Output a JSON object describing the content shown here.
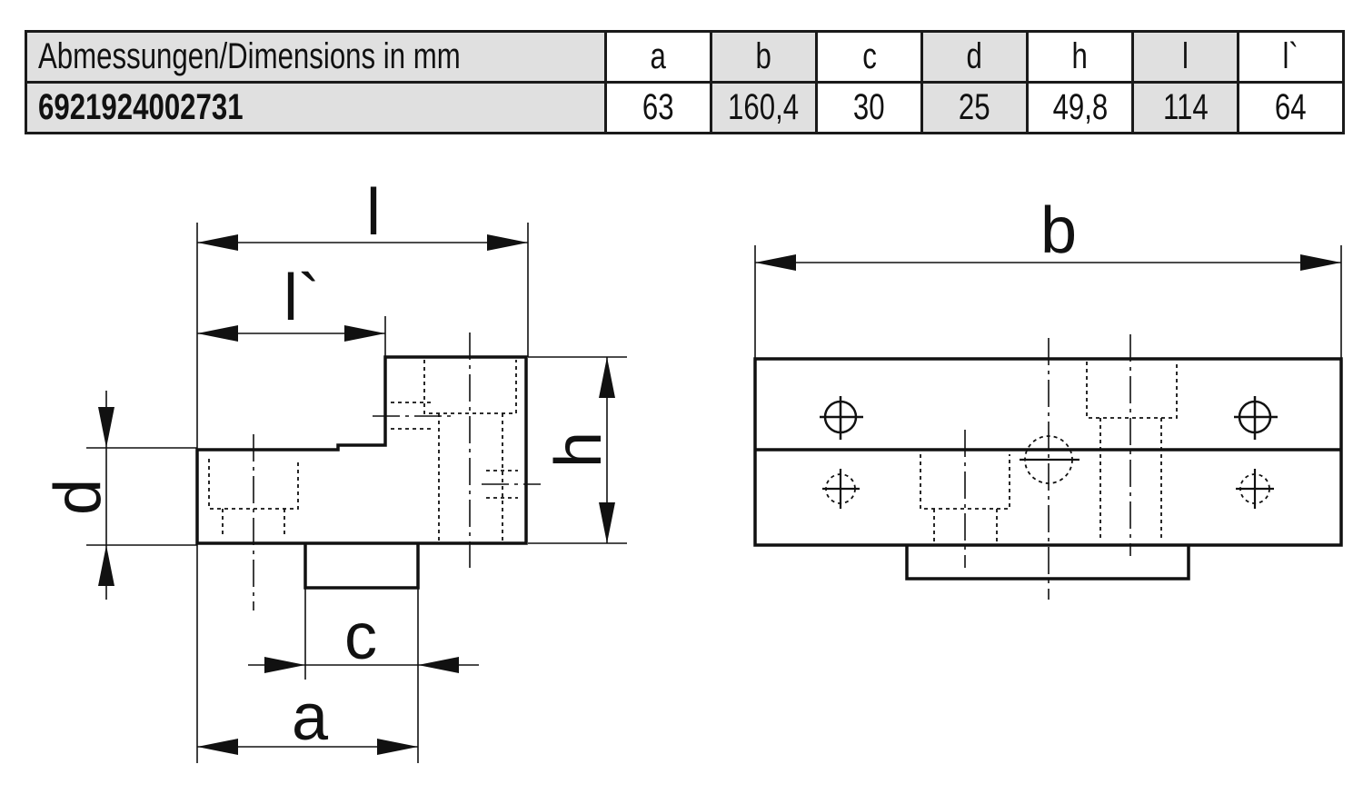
{
  "table": {
    "header_label": "Abmessungen/Dimensions in mm",
    "columns": [
      "a",
      "b",
      "c",
      "d",
      "h",
      "l",
      "l`"
    ],
    "article_number": "6921924002731",
    "values": [
      "63",
      "160,4",
      "30",
      "25",
      "49,8",
      "114",
      "64"
    ]
  },
  "drawing": {
    "labels": {
      "l": "l",
      "l_prime": "l`",
      "h": "h",
      "d": "d",
      "c": "c",
      "a": "a",
      "b": "b"
    }
  }
}
